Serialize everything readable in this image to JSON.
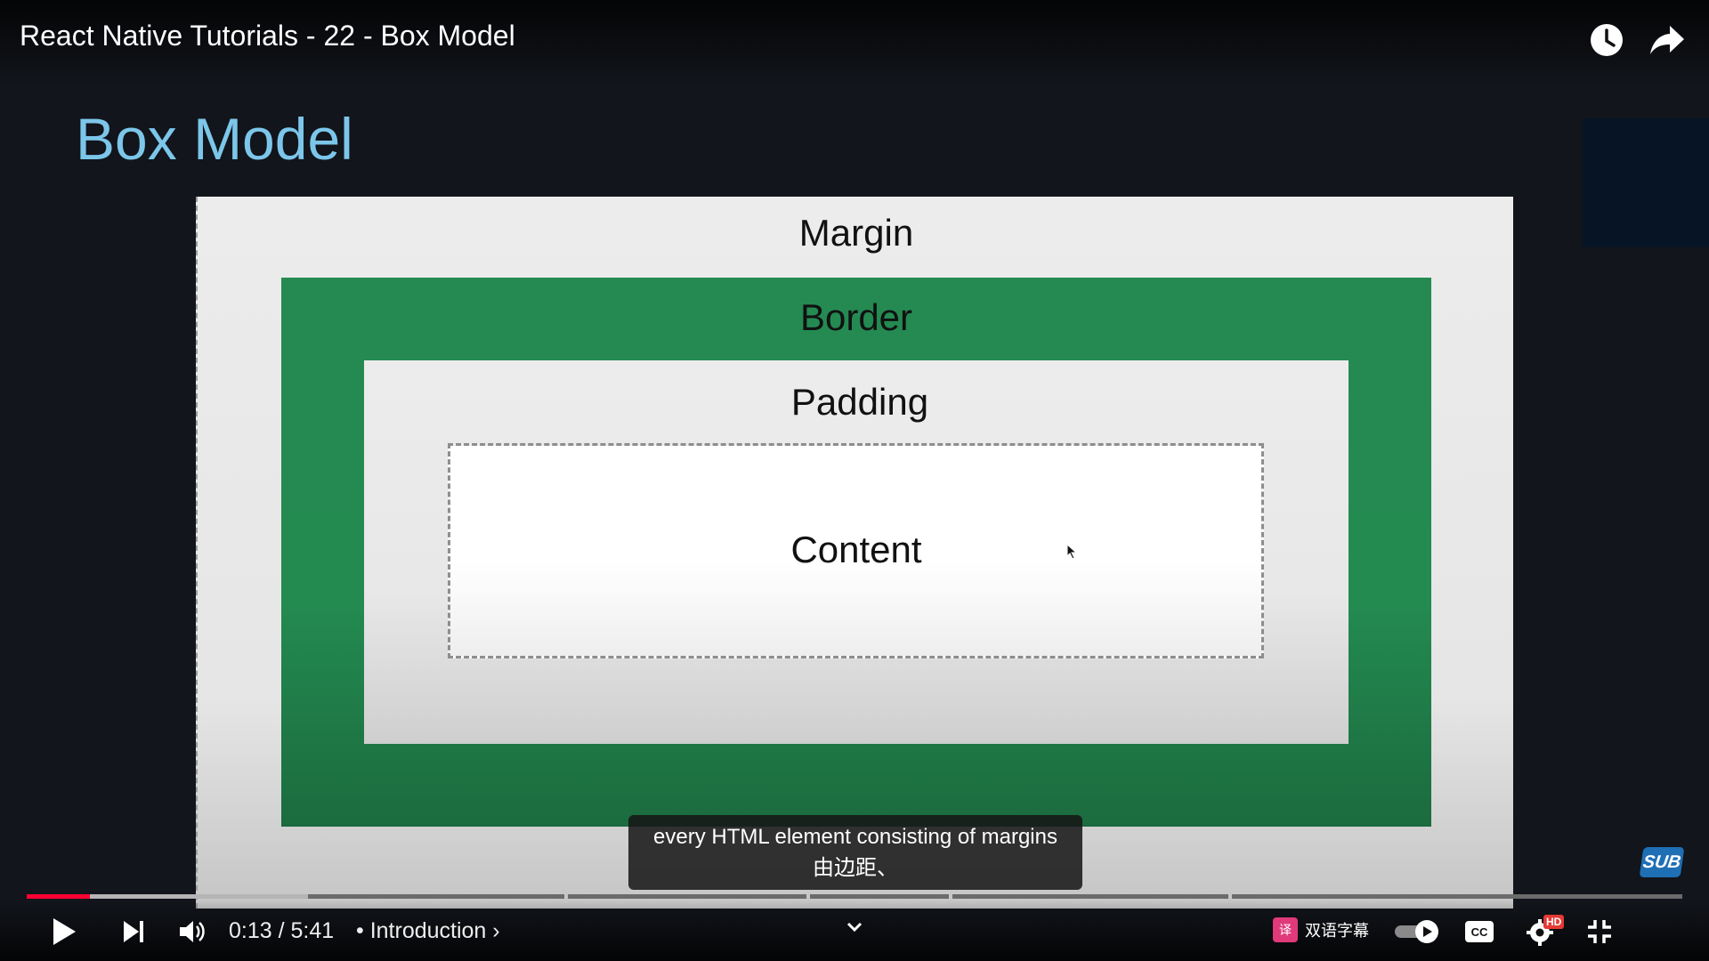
{
  "video": {
    "title": "React Native Tutorials - 22 - Box Model"
  },
  "slide": {
    "title": "Box Model",
    "labels": {
      "margin": "Margin",
      "border": "Border",
      "padding": "Padding",
      "content": "Content"
    }
  },
  "caption": {
    "line1": "every HTML element consisting of margins",
    "line2": "由边距、"
  },
  "badge": {
    "sub": "SUB",
    "hd": "HD"
  },
  "player": {
    "time": "0:13 / 5:41",
    "chapter": "• Introduction ›",
    "bilingual_label": "双语字幕",
    "progress_played_fraction": 0.038,
    "progress_buffered_fraction": 0.17
  },
  "icons": {
    "watch_later": "clock-icon",
    "share": "share-icon",
    "play": "play-icon",
    "next": "next-icon",
    "volume": "volume-icon",
    "chevron": "chevron-down-icon",
    "cc": "cc-icon",
    "settings": "gear-icon",
    "fullscreen_exit": "fullscreen-exit-icon"
  },
  "colors": {
    "progress_played": "#ff0033",
    "title_blue": "#7cc6ea",
    "border_green": "#248a52"
  }
}
